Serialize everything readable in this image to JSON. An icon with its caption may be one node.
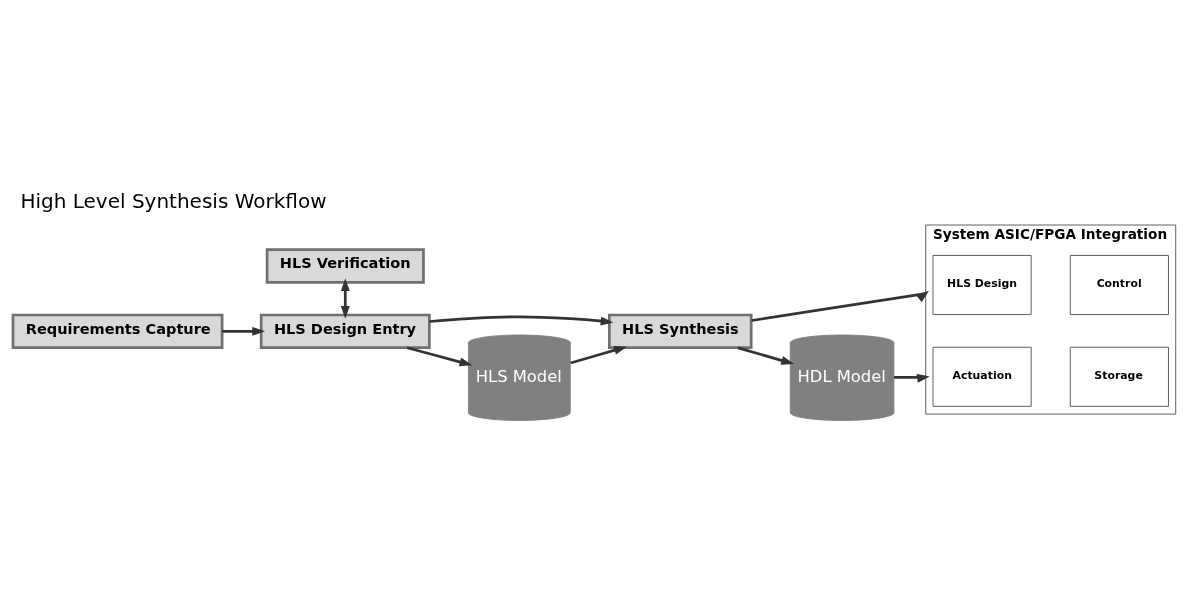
{
  "diagram": {
    "title": "High Level Synthesis Workflow",
    "nodes": [
      {
        "text": [
          "HLS Verification"
        ]
      },
      {
        "text": [
          "Requirements Capture"
        ]
      },
      {
        "text": [
          "HLS Design Entry"
        ]
      },
      {
        "text": [
          "HLS Synthesis"
        ]
      },
      {
        "text": [
          "System ASIC/FPGA Integration"
        ]
      },
      {
        "text": [
          "HLS Design"
        ],
        "in": 4
      },
      {
        "text": [
          "Control"
        ],
        "in": 4
      },
      {
        "text": [
          "Actuation"
        ],
        "in": 4
      },
      {
        "text": [
          "Storage"
        ],
        "in": 4
      },
      {
        "text": [
          "HLS Model"
        ]
      },
      {
        "text": [
          "HDL Model"
        ]
      }
    ],
    "edges": [
      {
        "from": 0,
        "to": 2,
        "arrow": "both"
      },
      {
        "from": 1,
        "to": 2,
        "arrow": "to"
      },
      {
        "from": 2,
        "to": 3,
        "arrow": "to"
      },
      {
        "from": 3,
        "to": 4,
        "arrow": "to"
      },
      {
        "from": 2,
        "to": 9,
        "arrow": "to"
      },
      {
        "from": 9,
        "to": 3,
        "arrow": "to"
      },
      {
        "from": 3,
        "to": 10,
        "arrow": "to"
      },
      {
        "from": 10,
        "to": 4,
        "arrow": "to"
      }
    ]
  }
}
